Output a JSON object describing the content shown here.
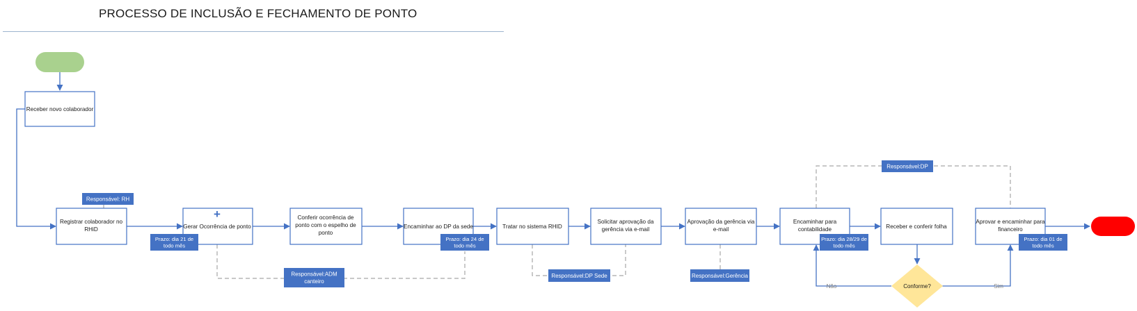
{
  "title": "PROCESSO DE INCLUSÃO E FECHAMENTO DE PONTO",
  "colors": {
    "box_border": "#4472c4",
    "arrow": "#4472c4",
    "tag_fill": "#4472c4",
    "tag_text": "#ffffff",
    "start_fill": "#a9d18e",
    "end_fill": "#ff0000",
    "decision_fill": "#ffe699",
    "dashed": "#a6a6a6"
  },
  "start": {
    "label": ""
  },
  "end": {
    "label": ""
  },
  "steps": [
    {
      "id": "receber",
      "lines": [
        "Receber novo colaborador"
      ]
    },
    {
      "id": "registrar",
      "lines": [
        "Registrar colaborador no",
        "RHiD"
      ]
    },
    {
      "id": "gerar",
      "lines": [
        "Gerar Ocorrência de ponto"
      ],
      "plus": "+"
    },
    {
      "id": "conferir",
      "lines": [
        "Conferir ocorrência de",
        "ponto com o espelho de",
        "ponto"
      ]
    },
    {
      "id": "encaminhar-dp",
      "lines": [
        "Encaminhar ao DP da sede"
      ]
    },
    {
      "id": "tratar",
      "lines": [
        "Tratar no  sistema RHID"
      ]
    },
    {
      "id": "solicitar",
      "lines": [
        "Solicitar aprovação da",
        "gerência  via e-mail"
      ]
    },
    {
      "id": "aprovacao",
      "lines": [
        "Aprovação da gerência via",
        "e-mail"
      ]
    },
    {
      "id": "contabilidade",
      "lines": [
        "Encaminhar para",
        "contabilidade"
      ]
    },
    {
      "id": "receber-folha",
      "lines": [
        "Receber e conferir folha"
      ]
    },
    {
      "id": "aprovar",
      "lines": [
        "Aprovar e encaminhar para",
        "financeiro"
      ]
    }
  ],
  "decision": {
    "lines": [
      "Conforme?"
    ],
    "no": "Não",
    "yes": "Sim"
  },
  "responsaveis": [
    {
      "id": "rh",
      "lines": [
        "Responsável: RH"
      ]
    },
    {
      "id": "adm",
      "lines": [
        "Responsável:ADM",
        "canteiro"
      ]
    },
    {
      "id": "dp-sede",
      "lines": [
        "Responsável:DP Sede"
      ]
    },
    {
      "id": "gerencia",
      "lines": [
        "Responsável:Gerência"
      ]
    },
    {
      "id": "dp",
      "lines": [
        "Responsável:DP"
      ]
    }
  ],
  "prazos": [
    {
      "id": "p21",
      "lines": [
        "Prazo: dia 21 de",
        "todo mês"
      ]
    },
    {
      "id": "p24",
      "lines": [
        "Prazo: dia 24 de",
        "todo mês"
      ]
    },
    {
      "id": "p2829",
      "lines": [
        "Prazo: dia 28/29 de",
        "todo mês"
      ]
    },
    {
      "id": "p01",
      "lines": [
        "Prazo: dia 01 de",
        "todo mês"
      ]
    }
  ]
}
